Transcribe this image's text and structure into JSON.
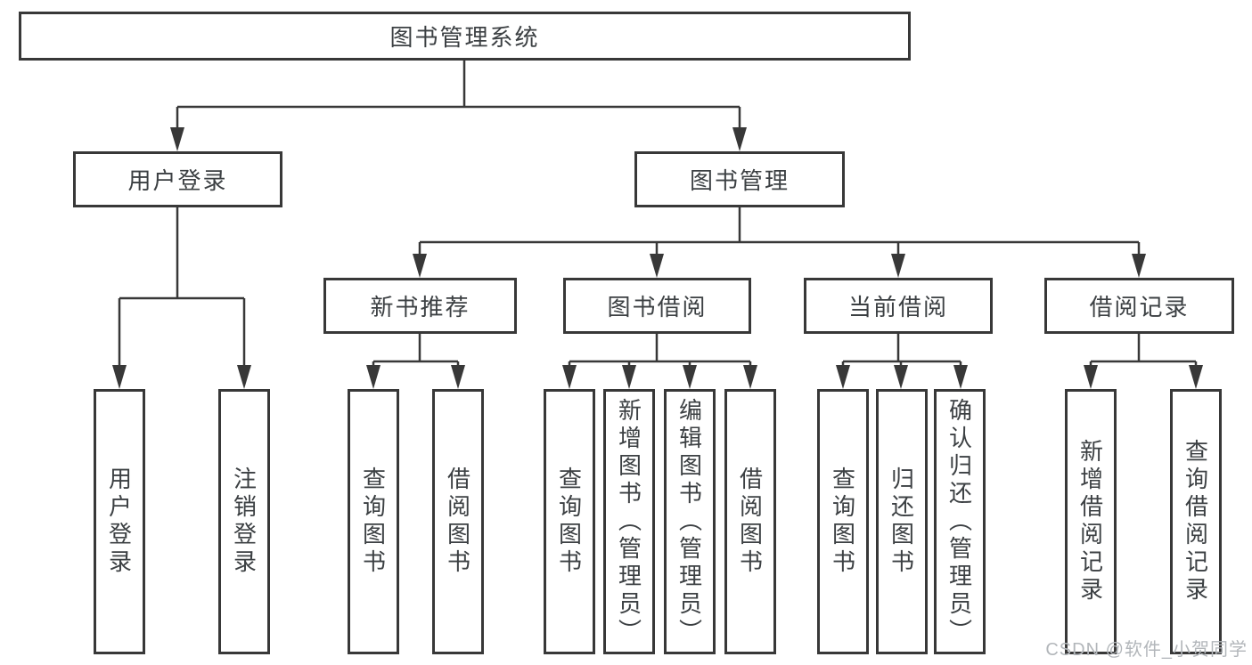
{
  "watermark": {
    "text": "CSDN @软件_小贺同学"
  },
  "colors": {
    "line": "#383838",
    "box_border": "#383838",
    "text": "#3c4043",
    "watermark": "#b2b6ba",
    "background": "#ffffff"
  },
  "tree": {
    "label": "图书管理系统",
    "children": [
      {
        "label": "用户登录",
        "children": [
          {
            "label": "用户登录"
          },
          {
            "label": "注销登录"
          }
        ]
      },
      {
        "label": "图书管理",
        "children": [
          {
            "label": "新书推荐",
            "children": [
              {
                "label": "查询图书"
              },
              {
                "label": "借阅图书"
              }
            ]
          },
          {
            "label": "图书借阅",
            "children": [
              {
                "label": "查询图书"
              },
              {
                "label": "新增图书（管理员）"
              },
              {
                "label": "编辑图书（管理员）"
              },
              {
                "label": "借阅图书"
              }
            ]
          },
          {
            "label": "当前借阅",
            "children": [
              {
                "label": "查询图书"
              },
              {
                "label": "归还图书"
              },
              {
                "label": "确认归还（管理员）"
              }
            ]
          },
          {
            "label": "借阅记录",
            "children": [
              {
                "label": "新增借阅记录"
              },
              {
                "label": "查询借阅记录"
              }
            ]
          }
        ]
      }
    ]
  }
}
